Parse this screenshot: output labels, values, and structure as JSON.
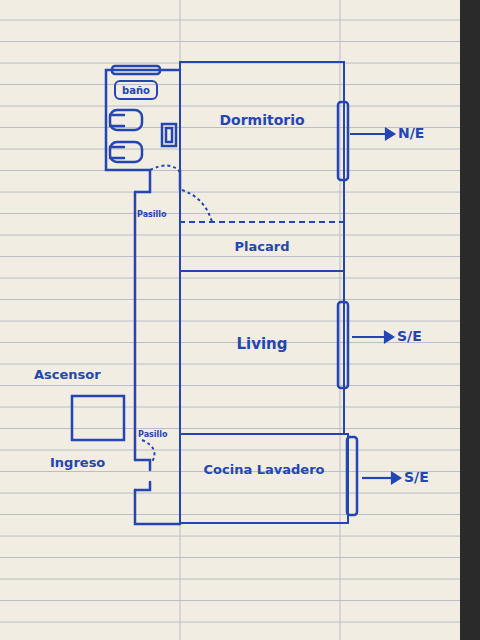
{
  "diagram": {
    "nodes": [
      {
        "text": [
          "baño"
        ]
      },
      {
        "text": [
          "Dormitorio"
        ]
      },
      {
        "text": [
          "Placard"
        ]
      },
      {
        "text": [
          "Living"
        ]
      },
      {
        "text": [
          "Cocina Lavadero"
        ]
      }
    ],
    "labels": [
      "Pasillo",
      "Pasillo",
      "Ascensor",
      "Ingreso",
      "N/E",
      "S/E",
      "S/E"
    ]
  }
}
